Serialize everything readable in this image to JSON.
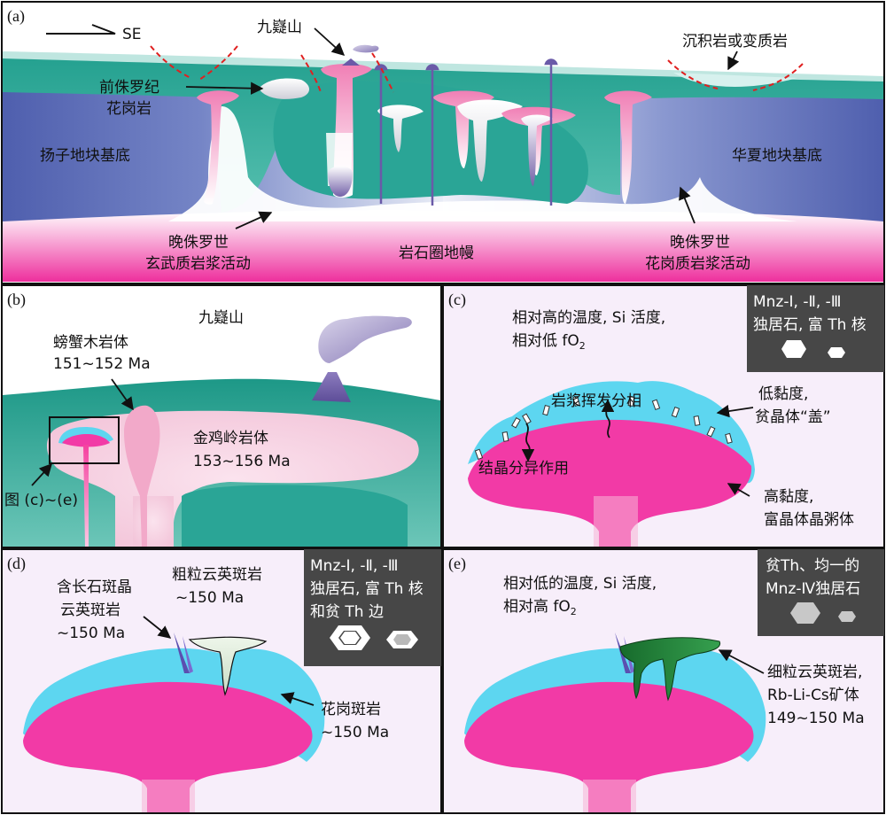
{
  "panel_a": {
    "tag": "(a)",
    "direction": "SE",
    "jiuyishan": "九嶷山",
    "sed_rock": "沉积岩或变质岩",
    "pre_jurassic_1": "前侏罗纪",
    "pre_jurassic_2": "花岗岩",
    "yangtze": "扬子地块基底",
    "cathaysia": "华夏地块基底",
    "late_jur_basalt_1": "晚侏罗世",
    "late_jur_basalt_2": "玄武质岩浆活动",
    "mantle": "岩石圈地幔",
    "late_jur_granite_1": "晚侏罗世",
    "late_jur_granite_2": "花岗质岩浆活动"
  },
  "panel_b": {
    "tag": "(b)",
    "jiuyishan": "九嶷山",
    "pangxiemu_1": "螃蟹木岩体",
    "pangxiemu_2": "151~152 Ma",
    "jinjiling_1": "金鸡岭岩体",
    "jinjiling_2": "153~156 Ma",
    "fig_ref": "图 (c)~(e)"
  },
  "panel_c": {
    "tag": "(c)",
    "cond_1": "相对高的温度, Si 活度,",
    "cond_2": "相对低 fO",
    "cond_2_sub": "2",
    "volatile": "岩浆挥发分相",
    "cryst": "结晶分异作用",
    "low_visc_1": "低黏度,",
    "low_visc_2": "贫晶体“盖”",
    "high_visc_1": "高黏度,",
    "high_visc_2": "富晶体晶粥体",
    "mnz_1": "Mnz-Ⅰ, -Ⅱ, -Ⅲ",
    "mnz_2": "独居石, 富 Th 核"
  },
  "panel_d": {
    "tag": "(d)",
    "feld_1": "含长石斑晶",
    "feld_2": "云英斑岩",
    "feld_3": "~150 Ma",
    "coarse_1": "粗粒云英斑岩",
    "coarse_2": "~150 Ma",
    "granite_1": "花岗斑岩",
    "granite_2": "~150 Ma",
    "mnz_1": "Mnz-Ⅰ, -Ⅱ, -Ⅲ",
    "mnz_2": "独居石, 富 Th 核",
    "mnz_3": "和贫 Th 边"
  },
  "panel_e": {
    "tag": "(e)",
    "cond_1": "相对低的温度, Si 活度,",
    "cond_2": "相对高 fO",
    "cond_2_sub": "2",
    "fine_1": "细粒云英斑岩,",
    "fine_2": "Rb-Li-Cs矿体",
    "fine_3": "149~150 Ma",
    "mnz_1": "贫Th、均一的",
    "mnz_2": "Mnz-Ⅳ独居石"
  },
  "colors": {
    "blue_basement": "#5b6fb8",
    "teal": "#1f9c8a",
    "pink": "#f23aa6",
    "cyan": "#5dd6f0",
    "purple": "#7a6aa8",
    "lavender_bg": "#f7eefa",
    "fault_red": "#e02020",
    "dark_box": "#474747",
    "dark_green": "#1f8a3a"
  }
}
